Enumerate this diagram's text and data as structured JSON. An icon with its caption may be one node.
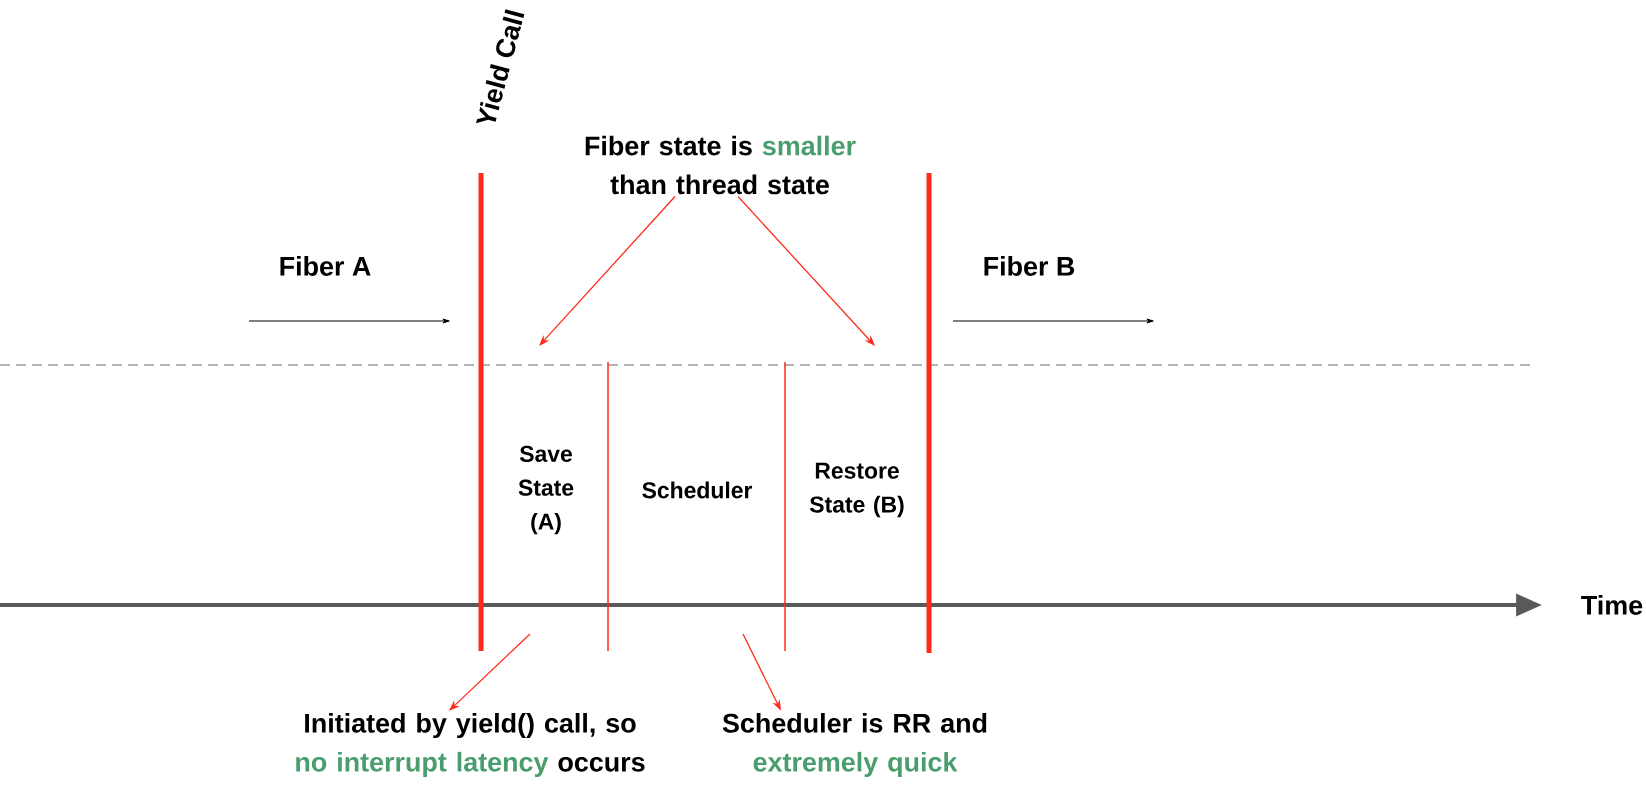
{
  "diagram": {
    "nodes": [
      {
        "text": [
          "Fiber state is **smaller** than thread state"
        ]
      },
      {
        "text": [
          "Initiated by yield() call, so **no interrupt latency** occurs"
        ]
      },
      {
        "text": [
          "Scheduler is RR and **extremely quick**"
        ]
      }
    ],
    "edges": [
      {
        "from": 0,
        "to": null,
        "arrow": "to"
      },
      {
        "from": 0,
        "to": null,
        "arrow": "to"
      },
      {
        "from": null,
        "to": 1,
        "arrow": "to"
      },
      {
        "from": null,
        "to": 2,
        "arrow": "to"
      }
    ],
    "labels": [
      "Yield Call",
      "Fiber A",
      "Fiber B",
      "Save State (A)",
      "Scheduler",
      "Restore State (B)",
      "Time"
    ]
  }
}
